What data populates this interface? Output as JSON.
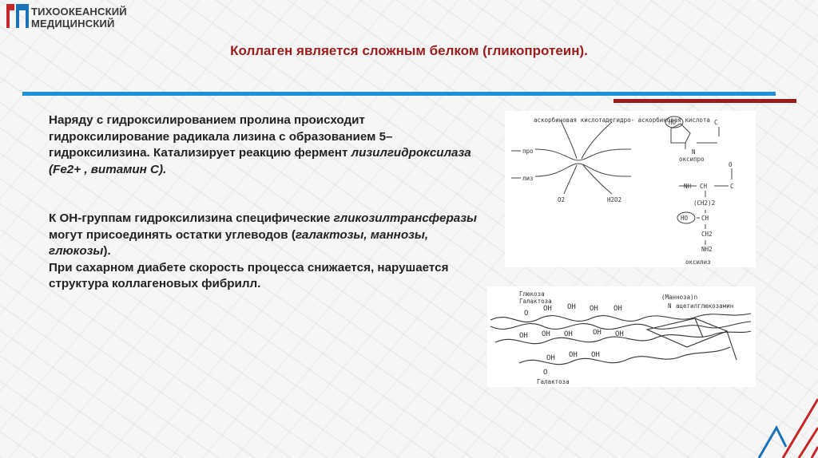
{
  "logo": {
    "line1": "ТИХООКЕАНСКИЙ",
    "line2": "МЕДИЦИНСКИЙ"
  },
  "title": "Коллаген является сложным белком (гликопротеин).",
  "paragraph1": {
    "text": "Наряду с гидроксилированием пролина происходит гидроксилирование радикала лизина с образованием 5–гидроксилизина. Катализирует реакцию  фермент ",
    "italic": "лизилгидроксилаза  (Fe2+ , витамин С)."
  },
  "paragraph2": {
    "start": "К  ОН-группам  гидроксилизина специфические ",
    "italic1": "гликозилтрансферазы",
    "mid1": "  могут присоединять остатки углеводов (",
    "italic2": "галактозы, маннозы, глюкозы",
    "mid2": ").",
    "line2": "При сахарном диабете скорость процесса снижается, нарушается структура коллагеновых фибрилл."
  },
  "figure1": {
    "ascorbic": "аскорбиновая кислота",
    "dehydro": "дегидро- аскорбиновая кислота",
    "pro": "про",
    "lys": "лиз",
    "o2": "O2",
    "h2o2": "H2O2",
    "ho": "HO",
    "oxypro": "оксипро",
    "nh": "NH",
    "ch": "CH",
    "c": "C",
    "o": "O",
    "ch2_2": "(CH2)2",
    "ch2": "CH2",
    "nh2": "NH2",
    "oxylys": "оксилиз",
    "n": "N"
  },
  "figure2": {
    "glucose": "Глюкоза",
    "galactose": "Галактоза",
    "galactose2": "Галактоза",
    "mannose": "(Манноза)n",
    "acetylglucosamine": "ацетилглюкозамин",
    "n": "N",
    "oh": "OH",
    "o": "O"
  },
  "colors": {
    "title": "#9b1c1c",
    "blue_bar": "#1e90d6",
    "red_bar": "#9b1c1c"
  }
}
